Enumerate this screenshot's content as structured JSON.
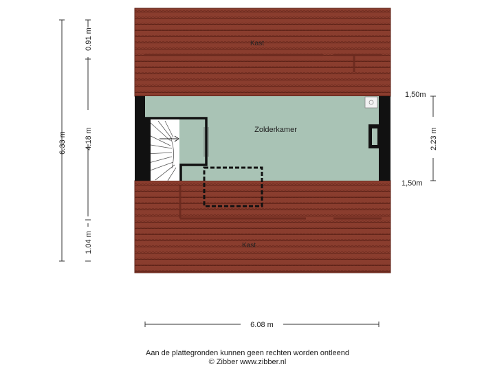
{
  "rooms": {
    "top_storage": "Kast",
    "main_room": "Zolderkamer",
    "bottom_storage": "Kast"
  },
  "dimensions": {
    "total_height": "6.33 m",
    "seg_top": "0.91 m",
    "seg_middle": "4.18 m",
    "seg_bottom": "1.04 m",
    "room_height_right": "2.23 m",
    "ceiling_top": "1,50m",
    "ceiling_bottom": "1,50m",
    "total_width": "6.08 m"
  },
  "footer": {
    "disclaimer": "Aan de plattegronden kunnen geen rechten worden ontleend",
    "copyright": "© Zibber www.zibber.nl"
  },
  "colors": {
    "roof": "#8a3d2e",
    "roof_line": "#5e2318",
    "floor": "#a9c3b5",
    "wall": "#111111"
  }
}
